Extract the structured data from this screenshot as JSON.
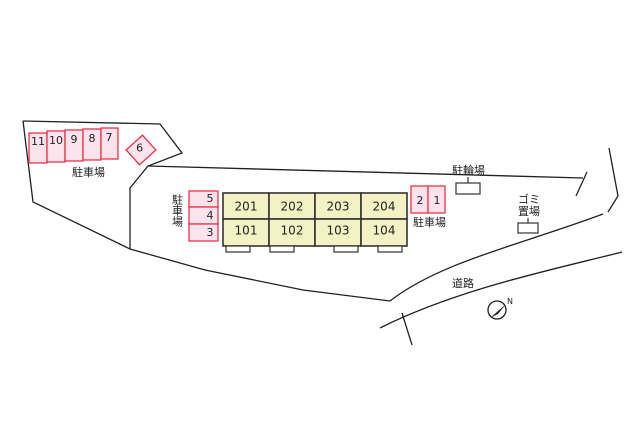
{
  "labels": {
    "parking": "駐車場",
    "bicycle_parking": "駐輪場",
    "garbage_1": "ゴミ",
    "garbage_2": "置場",
    "road": "道路",
    "north": "N"
  },
  "parking_north": [
    "11",
    "10",
    "9",
    "8",
    "7"
  ],
  "parking_angled": "6",
  "parking_left": [
    "5",
    "4",
    "3"
  ],
  "parking_right": [
    "2",
    "1"
  ],
  "units_upper": [
    "201",
    "202",
    "203",
    "204"
  ],
  "units_lower": [
    "101",
    "102",
    "103",
    "104"
  ],
  "colors": {
    "parking_fill": "#fde4ec",
    "parking_stroke": "#e8344a",
    "unit_fill": "#f3f2c4"
  },
  "icons": {
    "compass": "compass-icon"
  }
}
